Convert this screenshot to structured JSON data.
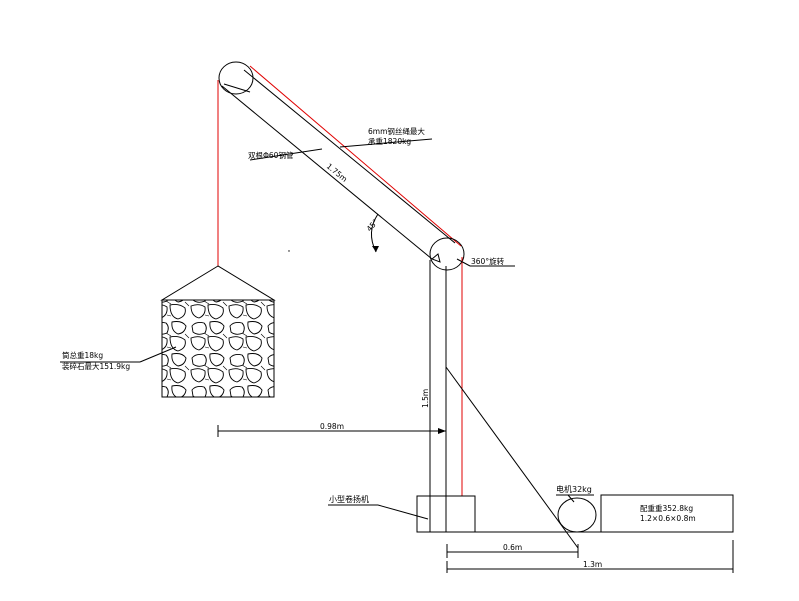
{
  "labels": {
    "rope_note_line1": "6mm钢丝绳最大",
    "rope_note_line2": "承重1820kg",
    "tube_note": "双根Φ60钢管",
    "boom_length": "1.75m",
    "boom_angle": "45°",
    "rotation": "360°旋转",
    "basket_note_line1": "筒总重18kg",
    "basket_note_line2": "装碎石最大151.9kg",
    "mast_height": "1.5m",
    "reach": "0.98m",
    "winch": "小型卷扬机",
    "motor": "电机32kg",
    "counterweight_line1": "配重重352.8kg",
    "counterweight_line2": "1.2×0.6×0.8m",
    "base_span_1": "0.6m",
    "base_span_2": "1.3m"
  },
  "colors": {
    "line": "#000000",
    "rope": "#e00000"
  }
}
